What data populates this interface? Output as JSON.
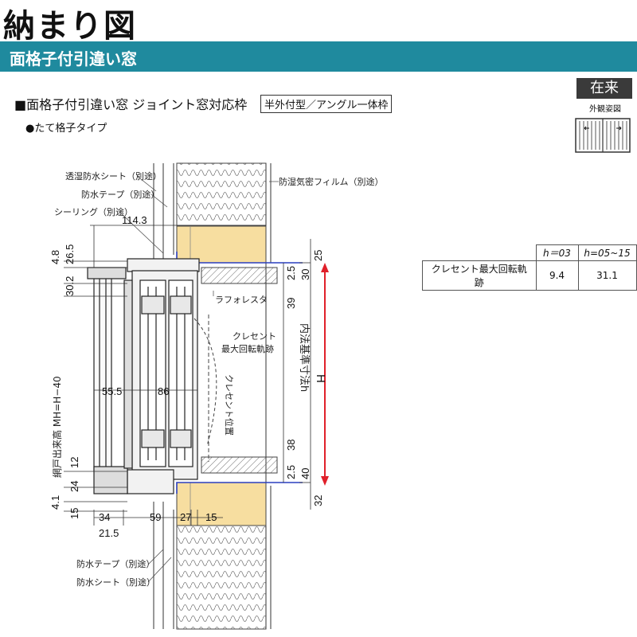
{
  "header": {
    "title": "納まり図",
    "banner": "面格子付引違い窓"
  },
  "product": {
    "heading": "■面格子付引違い窓 ジョイント窓対応枠",
    "frame_tag": "半外付型／アングル一体枠",
    "subtype": "●たて格子タイプ",
    "badge": "在来",
    "exterior_caption": "外観姿図"
  },
  "callouts": {
    "breathable_sheet": "透湿防水シート（別途）",
    "waterproof_tape_top": "防水テープ（別途）",
    "sealing": "シーリング（別途）",
    "vapor_film": "防湿気密フィルム（別途）",
    "lafo_rester": "ラフォレスタ",
    "crescent_arc": "クレセント\n最大回転軌跡",
    "crescent_pos": "クレセント位置",
    "waterproof_tape_bottom": "防水テープ（別途）",
    "waterproof_sheet_bottom": "防水シート（別途）",
    "screen_height": "網戸出来高 MH=H−40",
    "inner_dim": "内法基準寸法h",
    "H": "H"
  },
  "dimensions": {
    "d114_3": "114.3",
    "d4_8": "4.8",
    "d26_5": "26.5",
    "d30_2": "30.2",
    "d25": "25",
    "d2_5_top": "2.5",
    "d30": "30",
    "d39": "39",
    "d55_5": "55.5",
    "d86": "86",
    "d38": "38",
    "d2_5_bot": "2.5",
    "d40": "40",
    "d12": "12",
    "d24": "24",
    "d4_1": "4.1",
    "d15_left": "15",
    "d34": "34",
    "d21_5": "21.5",
    "d59": "59",
    "d27": "27",
    "d15_right": "15",
    "d32": "32"
  },
  "table": {
    "headers": [
      "",
      "h＝03",
      "h=05~15"
    ],
    "rows": [
      [
        "クレセント最大回転軌跡",
        "9.4",
        "31.1"
      ]
    ]
  },
  "colors": {
    "banner": "#1f8a9e",
    "wood": "#f7dea0",
    "dim_arrow_red": "#e0202a",
    "dim_line_blue": "#2a3fbf"
  }
}
